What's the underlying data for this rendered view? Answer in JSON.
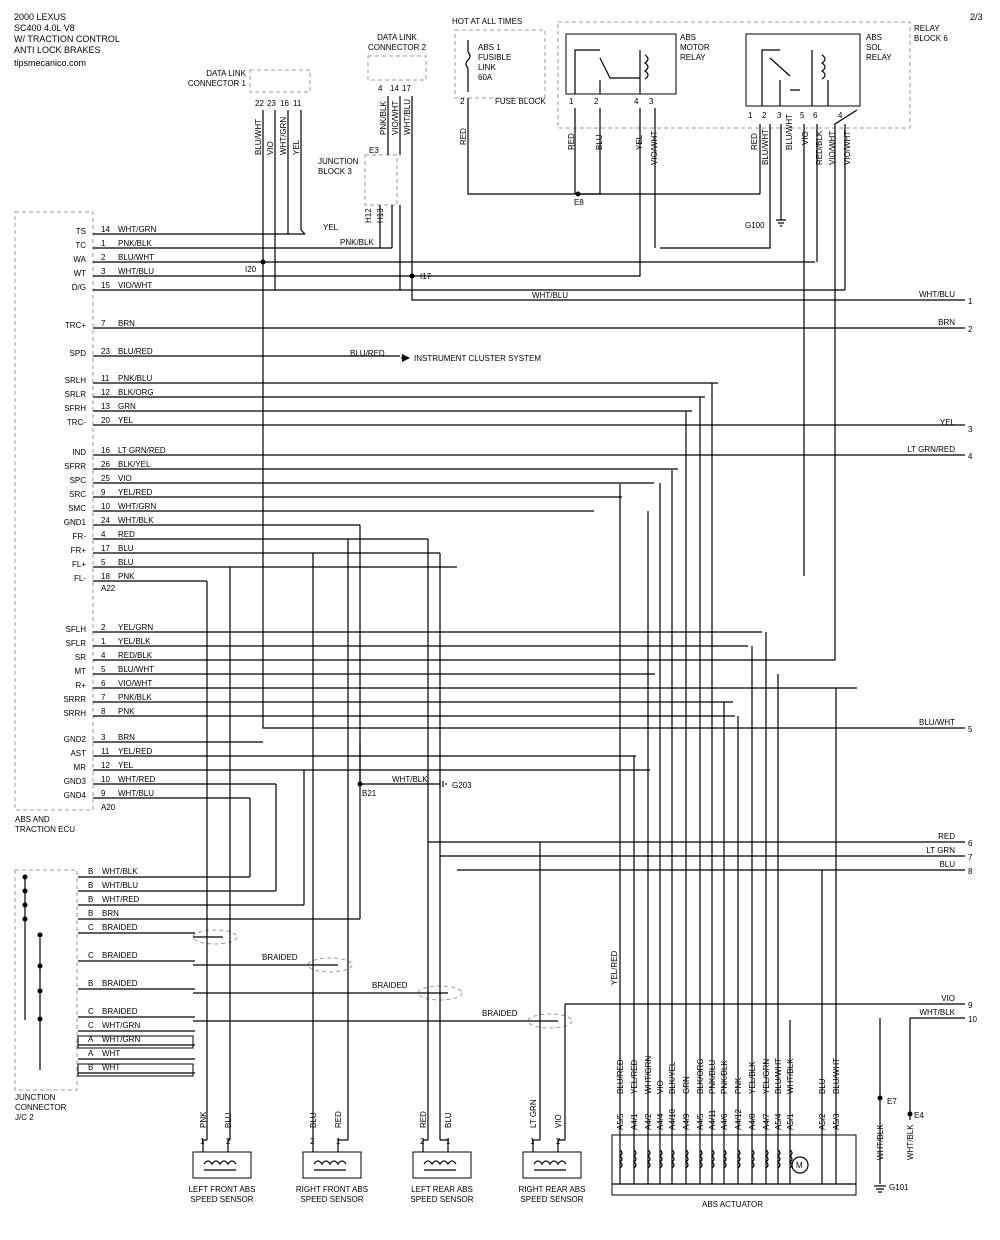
{
  "header": {
    "line1": "2000 LEXUS",
    "line2": "SC400  4.0L  V8",
    "line3": "W/  TRACTION CONTROL",
    "line4": "ANTI LOCK BRAKES",
    "source": "tipsmecanico.com",
    "page": "2/3"
  },
  "components": {
    "dlc1": [
      "DATA LINK",
      "CONNECTOR 1"
    ],
    "dlc2": [
      "DATA LINK",
      "CONNECTOR 2"
    ],
    "hot": "HOT AT ALL TIMES",
    "fuse": [
      "ABS 1",
      "FUSIBLE",
      "LINK",
      "60A"
    ],
    "fuse_block": "FUSE BLOCK",
    "motor_relay": [
      "ABS",
      "MOTOR",
      "RELAY"
    ],
    "sol_relay": [
      "ABS",
      "SOL",
      "RELAY"
    ],
    "relay_block": [
      "RELAY",
      "BLOCK 6"
    ],
    "junction_block": [
      "JUNCTION",
      "BLOCK 3"
    ],
    "ecu": [
      "ABS AND",
      "TRACTION ECU"
    ],
    "jc2": [
      "JUNCTION",
      "CONNECTOR",
      "J/C 2"
    ],
    "actuator": "ABS ACTUATOR",
    "instrument": "INSTRUMENT CLUSTER SYSTEM",
    "sensors": [
      [
        "LEFT FRONT ABS",
        "SPEED SENSOR"
      ],
      [
        "RIGHT FRONT ABS",
        "SPEED SENSOR"
      ],
      [
        "LEFT REAR ABS",
        "SPEED SENSOR"
      ],
      [
        "RIGHT REAR ABS",
        "SPEED SENSOR"
      ]
    ]
  },
  "ecu_pins": [
    {
      "name": "TS",
      "pin": "14",
      "wire": "WHT/GRN"
    },
    {
      "name": "TC",
      "pin": "1",
      "wire": "PNK/BLK"
    },
    {
      "name": "WA",
      "pin": "2",
      "wire": "BLU/WHT"
    },
    {
      "name": "WT",
      "pin": "3",
      "wire": "WHT/BLU"
    },
    {
      "name": "D/G",
      "pin": "15",
      "wire": "VIO/WHT"
    },
    {
      "name": "TRC+",
      "pin": "7",
      "wire": "BRN"
    },
    {
      "name": "SPD",
      "pin": "23",
      "wire": "BLU/RED"
    },
    {
      "name": "SRLH",
      "pin": "11",
      "wire": "PNK/BLU"
    },
    {
      "name": "SRLR",
      "pin": "12",
      "wire": "BLK/ORG"
    },
    {
      "name": "SFRH",
      "pin": "13",
      "wire": "GRN"
    },
    {
      "name": "TRC-",
      "pin": "20",
      "wire": "YEL"
    },
    {
      "name": "IND",
      "pin": "16",
      "wire": "LT GRN/RED"
    },
    {
      "name": "SFRR",
      "pin": "26",
      "wire": "BLK/YEL"
    },
    {
      "name": "SPC",
      "pin": "25",
      "wire": "VIO"
    },
    {
      "name": "SRC",
      "pin": "9",
      "wire": "YEL/RED"
    },
    {
      "name": "SMC",
      "pin": "10",
      "wire": "WHT/GRN"
    },
    {
      "name": "GND1",
      "pin": "24",
      "wire": "WHT/BLK"
    },
    {
      "name": "FR-",
      "pin": "4",
      "wire": "RED"
    },
    {
      "name": "FR+",
      "pin": "17",
      "wire": "BLU"
    },
    {
      "name": "FL+",
      "pin": "5",
      "wire": "BLU"
    },
    {
      "name": "FL-",
      "pin": "18",
      "wire": "PNK"
    },
    {
      "name": "SFLH",
      "pin": "2",
      "wire": "YEL/GRN"
    },
    {
      "name": "SFLR",
      "pin": "1",
      "wire": "YEL/BLK"
    },
    {
      "name": "SR",
      "pin": "4",
      "wire": "RED/BLK"
    },
    {
      "name": "MT",
      "pin": "5",
      "wire": "BLU/WHT"
    },
    {
      "name": "R+",
      "pin": "6",
      "wire": "VIO/WHT"
    },
    {
      "name": "SRRR",
      "pin": "7",
      "wire": "PNK/BLK"
    },
    {
      "name": "SRRH",
      "pin": "8",
      "wire": "PNK"
    },
    {
      "name": "GND2",
      "pin": "3",
      "wire": "BRN"
    },
    {
      "name": "AST",
      "pin": "11",
      "wire": "YEL/RED"
    },
    {
      "name": "MR",
      "pin": "12",
      "wire": "YEL"
    },
    {
      "name": "GND3",
      "pin": "10",
      "wire": "WHT/RED"
    },
    {
      "name": "GND4",
      "pin": "9",
      "wire": "WHT/BLU"
    }
  ],
  "connectors": {
    "a22": "A22",
    "a20": "A20"
  },
  "right_edge": [
    {
      "num": "1",
      "wire": "WHT/BLU"
    },
    {
      "num": "2",
      "wire": "BRN"
    },
    {
      "num": "3",
      "wire": "YEL"
    },
    {
      "num": "4",
      "wire": "LT GRN/RED"
    },
    {
      "num": "5",
      "wire": "BLU/WHT"
    },
    {
      "num": "6",
      "wire": "RED"
    },
    {
      "num": "7",
      "wire": "LT GRN"
    },
    {
      "num": "8",
      "wire": "BLU"
    },
    {
      "num": "9",
      "wire": "VIO"
    },
    {
      "num": "10",
      "wire": "WHT/BLK"
    }
  ],
  "jc2_rows": [
    {
      "pin": "B",
      "wire": "WHT/BLK"
    },
    {
      "pin": "B",
      "wire": "WHT/BLU"
    },
    {
      "pin": "B",
      "wire": "WHT/RED"
    },
    {
      "pin": "B",
      "wire": "BRN"
    },
    {
      "pin": "C",
      "wire": "BRAIDED"
    },
    {
      "pin": "C",
      "wire": "BRAIDED"
    },
    {
      "pin": "B",
      "wire": "BRAIDED"
    },
    {
      "pin": "C",
      "wire": "BRAIDED"
    },
    {
      "pin": "C",
      "wire": "WHT/GRN"
    },
    {
      "pin": "A",
      "wire": "WHT/GRN"
    },
    {
      "pin": "A",
      "wire": "WHT"
    },
    {
      "pin": "B",
      "wire": "WHT"
    }
  ],
  "actuator_pins": [
    {
      "pin": "A5/5",
      "wire": "BLU/RED"
    },
    {
      "pin": "A4/1",
      "wire": "YEL/RED"
    },
    {
      "pin": "A4/2",
      "wire": "WHT/GRN"
    },
    {
      "pin": "A4/4",
      "wire": "VIO"
    },
    {
      "pin": "A4/10",
      "wire": "BLK/YEL"
    },
    {
      "pin": "A4/9",
      "wire": "GRN"
    },
    {
      "pin": "A4/5",
      "wire": "BLK/ORG"
    },
    {
      "pin": "A4/11",
      "wire": "PNK/BLU"
    },
    {
      "pin": "A4/6",
      "wire": "PNK/BLK"
    },
    {
      "pin": "A4/12",
      "wire": "PNK"
    },
    {
      "pin": "A4/8",
      "wire": "YEL/BLK"
    },
    {
      "pin": "A4/7",
      "wire": "YEL/GRN"
    },
    {
      "pin": "A5/4",
      "wire": "BLU/WHT"
    },
    {
      "pin": "A5/1",
      "wire": "WHT/BLK"
    },
    {
      "pin": "A5/2",
      "wire": "BLU"
    },
    {
      "pin": "A5/3",
      "wire": "BLU/WHT"
    }
  ],
  "sensor_wires": [
    [
      "PNK",
      "BLU"
    ],
    [
      "BLU",
      "RED"
    ],
    [
      "RED",
      "BLU"
    ],
    [
      "LT GRN",
      "VIO"
    ]
  ],
  "splices": {
    "i20": "I20",
    "i17": "I17",
    "e3": "E3",
    "e8": "E8",
    "g100": "G100",
    "b21": "B21",
    "g203": "G203",
    "e7": "E7",
    "e4": "E4",
    "g101": "G101",
    "h12": "H12",
    "h13": "H13"
  },
  "misc_labels": {
    "yel": "YEL",
    "pnk_blk": "PNK/BLK",
    "wht_blu": "WHT/BLU",
    "blu_red": "BLU/RED",
    "wht_blk": "WHT/BLK",
    "braided": "BRAIDED",
    "yel_red": "YEL/RED",
    "red": "RED",
    "blu": "BLU",
    "vio_wht": "VIO/WHT",
    "red_blk": "RED/BLK",
    "blu_wht": "BLU/WHT",
    "vio": "VIO",
    "wht_grn": "WHT/GRN",
    "blu_wht_dlc": "BLU/WHT",
    "pnk_blk_dlc": "PNK/BLK",
    "vio_wht_dlc": "VIO/WHT",
    "wht_blu_dlc": "WHT/BLU"
  },
  "dlc1_pins": [
    "22",
    "23",
    "16",
    "11"
  ],
  "dlc2_pins": [
    "4",
    "14",
    "17"
  ],
  "motor_relay_pins": [
    "1",
    "2",
    "4",
    "3"
  ],
  "sol_relay_pins": [
    "1",
    "2",
    "3",
    "5",
    "6",
    "4"
  ],
  "fuse_pin": "2",
  "sensor_pins": [
    [
      "1",
      "2"
    ],
    [
      "2",
      "1"
    ],
    [
      "2",
      "1"
    ],
    [
      "1",
      "2"
    ]
  ]
}
